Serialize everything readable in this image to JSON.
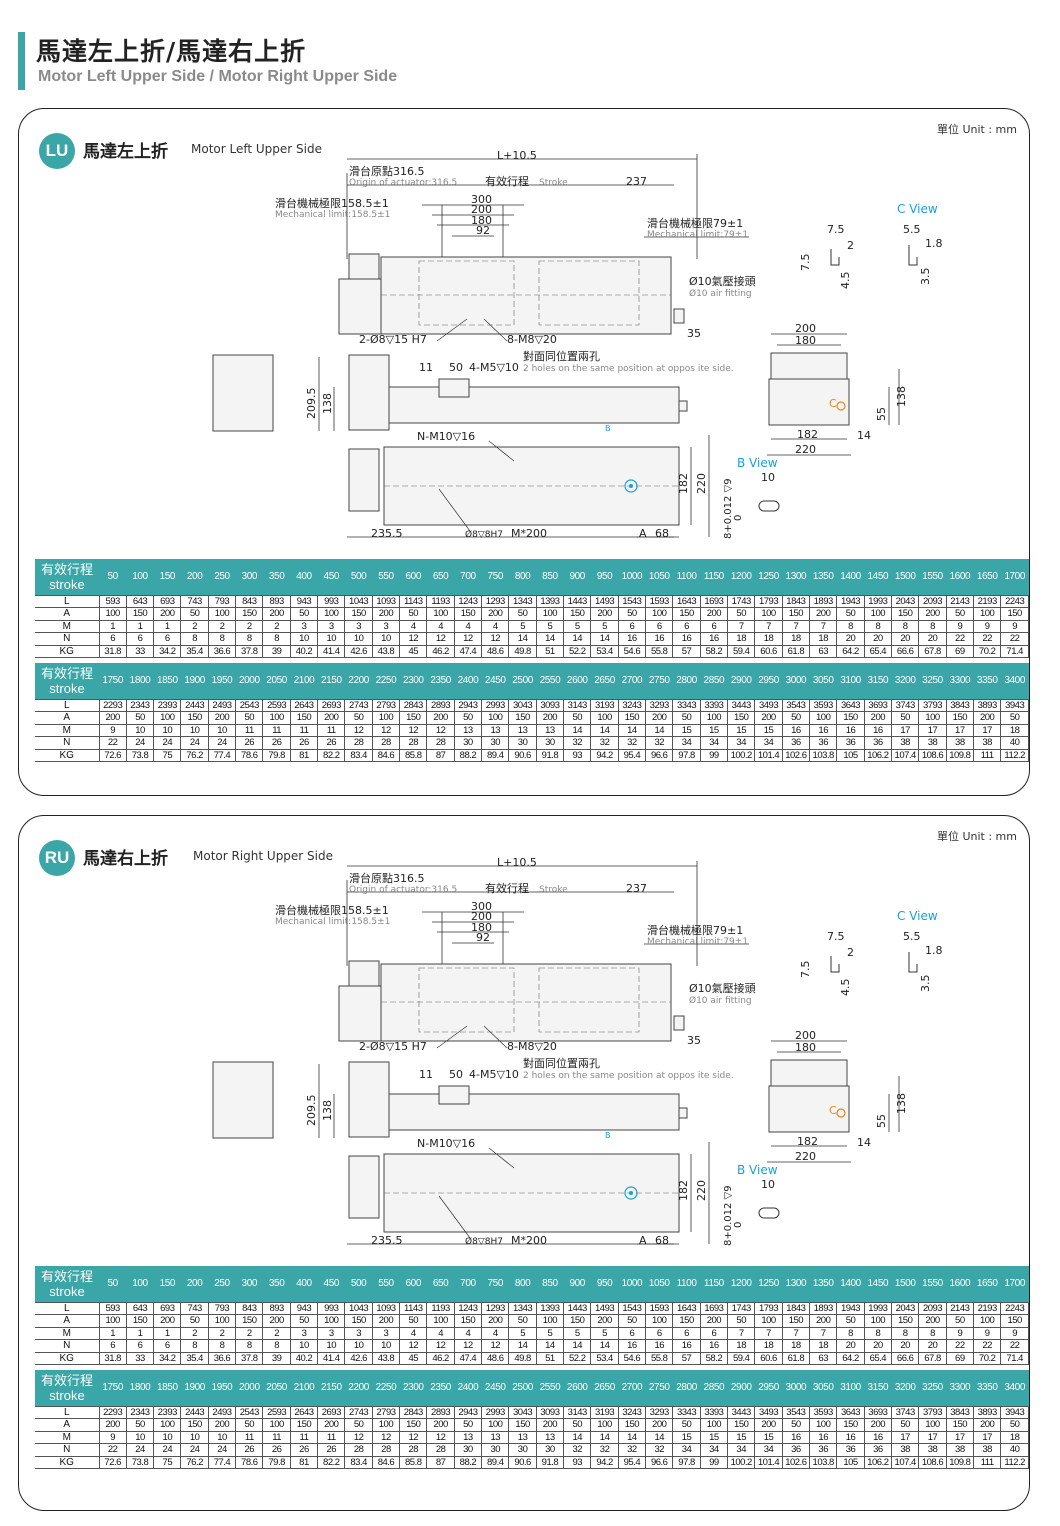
{
  "header": {
    "title_zh": "馬達左上折/馬達右上折",
    "title_en": "Motor Left Upper Side / Motor Right Upper Side"
  },
  "colors": {
    "accent": "#3aa6a8",
    "dimension_blue": "#1aa0d8",
    "marker_orange": "#e08a1e"
  },
  "panels": [
    {
      "code": "LU",
      "title_zh": "馬達左上折",
      "title_en": "Motor Left Upper Side",
      "unit": "單位 Unit : mm",
      "drawing": {
        "L_plus": "L+10.5",
        "origin_zh": "滑台原點316.5",
        "origin_en": "Origin of actuator:316.5",
        "stroke_zh": "有效行程",
        "stroke_en": "Stroke",
        "dim_237": "237",
        "mech_left_zh": "滑台機械極限158.5±1",
        "mech_left_en": "Mechanical limit:158.5±1",
        "dim_300": "300",
        "dim_200": "200",
        "dim_180": "180",
        "dim_92": "92",
        "mech_right_zh": "滑台機械極限79±1",
        "mech_right_en": "Mechanical limit:79±1",
        "air_zh": "Ø10氣壓接頭",
        "air_en": "Ø10 air fitting",
        "hole_2": "2-Ø8▽15 H7",
        "hole_8": "8-M8▽20",
        "dim_35": "35",
        "dim_11": "11",
        "dim_50": "50",
        "hole_4": "4-M5▽10",
        "same_holes_zh": "對面同位置兩孔",
        "same_holes_en": "2 holes on the same position at oppos ite side.",
        "dim_209_5": "209.5",
        "dim_138": "138",
        "hole_n": "N-M10▽16",
        "dim_235_5": "235.5",
        "pin": "Ø8▽8H7",
        "m200": "M*200",
        "a": "A",
        "dim_68": "68",
        "dim_182": "182",
        "dim_220": "220",
        "c_view": "C View",
        "dim_7_5": "7.5",
        "dim_2": "2",
        "dim_4_5": "4.5",
        "dim_5_5": "5.5",
        "dim_1_8": "1.8",
        "dim_3_5": "3.5",
        "end_200": "200",
        "end_180": "180",
        "end_138": "138",
        "end_55": "55",
        "end_14": "14",
        "end_182": "182",
        "end_220": "220",
        "c_mark": "C",
        "b_mark": "B",
        "b_view": "B View",
        "b_10": "10",
        "b_tol": "8+0.012 ▽9",
        "b_zero": "0"
      }
    },
    {
      "code": "RU",
      "title_zh": "馬達右上折",
      "title_en": "Motor Right Upper Side",
      "unit": "單位 Unit : mm",
      "drawing": {
        "L_plus": "L+10.5",
        "origin_zh": "滑台原點316.5",
        "origin_en": "Origin of actuator:316.5",
        "stroke_zh": "有效行程",
        "stroke_en": "Stroke",
        "dim_237": "237",
        "mech_left_zh": "滑台機械極限158.5±1",
        "mech_left_en": "Mechanical limit:158.5±1",
        "dim_300": "300",
        "dim_200": "200",
        "dim_180": "180",
        "dim_92": "92",
        "mech_right_zh": "滑台機械極限79±1",
        "mech_right_en": "Mechanical limit:79±1",
        "air_zh": "Ø10氣壓接頭",
        "air_en": "Ø10 air fitting",
        "hole_2": "2-Ø8▽15 H7",
        "hole_8": "8-M8▽20",
        "dim_35": "35",
        "dim_11": "11",
        "dim_50": "50",
        "hole_4": "4-M5▽10",
        "same_holes_zh": "對面同位置兩孔",
        "same_holes_en": "2 holes on the same position at oppos ite side.",
        "dim_209_5": "209.5",
        "dim_138": "138",
        "hole_n": "N-M10▽16",
        "dim_235_5": "235.5",
        "pin": "Ø8▽8H7",
        "m200": "M*200",
        "a": "A",
        "dim_68": "68",
        "dim_182": "182",
        "dim_220": "220",
        "c_view": "C View",
        "dim_7_5": "7.5",
        "dim_2": "2",
        "dim_4_5": "4.5",
        "dim_5_5": "5.5",
        "dim_1_8": "1.8",
        "dim_3_5": "3.5",
        "end_200": "200",
        "end_180": "180",
        "end_138": "138",
        "end_55": "55",
        "end_14": "14",
        "end_182": "182",
        "end_220": "220",
        "c_mark": "C",
        "b_mark": "B",
        "b_view": "B View",
        "b_10": "10",
        "b_tol": "8+0.012 ▽9",
        "b_zero": "0"
      }
    }
  ],
  "table_head_zh": "有效行程",
  "table_head_en": "stroke",
  "row_labels": [
    "L",
    "A",
    "M",
    "N",
    "KG"
  ],
  "table1": {
    "strokes": [
      "50",
      "100",
      "150",
      "200",
      "250",
      "300",
      "350",
      "400",
      "450",
      "500",
      "550",
      "600",
      "650",
      "700",
      "750",
      "800",
      "850",
      "900",
      "950",
      "1000",
      "1050",
      "1100",
      "1150",
      "1200",
      "1250",
      "1300",
      "1350",
      "1400",
      "1450",
      "1500",
      "1550",
      "1600",
      "1650",
      "1700"
    ],
    "rows": [
      [
        "593",
        "643",
        "693",
        "743",
        "793",
        "843",
        "893",
        "943",
        "993",
        "1043",
        "1093",
        "1143",
        "1193",
        "1243",
        "1293",
        "1343",
        "1393",
        "1443",
        "1493",
        "1543",
        "1593",
        "1643",
        "1693",
        "1743",
        "1793",
        "1843",
        "1893",
        "1943",
        "1993",
        "2043",
        "2093",
        "2143",
        "2193",
        "2243"
      ],
      [
        "100",
        "150",
        "200",
        "50",
        "100",
        "150",
        "200",
        "50",
        "100",
        "150",
        "200",
        "50",
        "100",
        "150",
        "200",
        "50",
        "100",
        "150",
        "200",
        "50",
        "100",
        "150",
        "200",
        "50",
        "100",
        "150",
        "200",
        "50",
        "100",
        "150",
        "200",
        "50",
        "100",
        "150"
      ],
      [
        "1",
        "1",
        "1",
        "2",
        "2",
        "2",
        "2",
        "3",
        "3",
        "3",
        "3",
        "4",
        "4",
        "4",
        "4",
        "5",
        "5",
        "5",
        "5",
        "6",
        "6",
        "6",
        "6",
        "7",
        "7",
        "7",
        "7",
        "8",
        "8",
        "8",
        "8",
        "9",
        "9",
        "9"
      ],
      [
        "6",
        "6",
        "6",
        "8",
        "8",
        "8",
        "8",
        "10",
        "10",
        "10",
        "10",
        "12",
        "12",
        "12",
        "12",
        "14",
        "14",
        "14",
        "14",
        "16",
        "16",
        "16",
        "16",
        "18",
        "18",
        "18",
        "18",
        "20",
        "20",
        "20",
        "20",
        "22",
        "22",
        "22"
      ],
      [
        "31.8",
        "33",
        "34.2",
        "35.4",
        "36.6",
        "37.8",
        "39",
        "40.2",
        "41.4",
        "42.6",
        "43.8",
        "45",
        "46.2",
        "47.4",
        "48.6",
        "49.8",
        "51",
        "52.2",
        "53.4",
        "54.6",
        "55.8",
        "57",
        "58.2",
        "59.4",
        "60.6",
        "61.8",
        "63",
        "64.2",
        "65.4",
        "66.6",
        "67.8",
        "69",
        "70.2",
        "71.4"
      ]
    ]
  },
  "table2": {
    "strokes": [
      "1750",
      "1800",
      "1850",
      "1900",
      "1950",
      "2000",
      "2050",
      "2100",
      "2150",
      "2200",
      "2250",
      "2300",
      "2350",
      "2400",
      "2450",
      "2500",
      "2550",
      "2600",
      "2650",
      "2700",
      "2750",
      "2800",
      "2850",
      "2900",
      "2950",
      "3000",
      "3050",
      "3100",
      "3150",
      "3200",
      "3250",
      "3300",
      "3350",
      "3400"
    ],
    "rows": [
      [
        "2293",
        "2343",
        "2393",
        "2443",
        "2493",
        "2543",
        "2593",
        "2643",
        "2693",
        "2743",
        "2793",
        "2843",
        "2893",
        "2943",
        "2993",
        "3043",
        "3093",
        "3143",
        "3193",
        "3243",
        "3293",
        "3343",
        "3393",
        "3443",
        "3493",
        "3543",
        "3593",
        "3643",
        "3693",
        "3743",
        "3793",
        "3843",
        "3893",
        "3943"
      ],
      [
        "200",
        "50",
        "100",
        "150",
        "200",
        "50",
        "100",
        "150",
        "200",
        "50",
        "100",
        "150",
        "200",
        "50",
        "100",
        "150",
        "200",
        "50",
        "100",
        "150",
        "200",
        "50",
        "100",
        "150",
        "200",
        "50",
        "100",
        "150",
        "200",
        "50",
        "100",
        "150",
        "200",
        "50"
      ],
      [
        "9",
        "10",
        "10",
        "10",
        "10",
        "11",
        "11",
        "11",
        "11",
        "12",
        "12",
        "12",
        "12",
        "13",
        "13",
        "13",
        "13",
        "14",
        "14",
        "14",
        "14",
        "15",
        "15",
        "15",
        "15",
        "16",
        "16",
        "16",
        "16",
        "17",
        "17",
        "17",
        "17",
        "18"
      ],
      [
        "22",
        "24",
        "24",
        "24",
        "24",
        "26",
        "26",
        "26",
        "26",
        "28",
        "28",
        "28",
        "28",
        "30",
        "30",
        "30",
        "30",
        "32",
        "32",
        "32",
        "32",
        "34",
        "34",
        "34",
        "34",
        "36",
        "36",
        "36",
        "36",
        "38",
        "38",
        "38",
        "38",
        "40"
      ],
      [
        "72.6",
        "73.8",
        "75",
        "76.2",
        "77.4",
        "78.6",
        "79.8",
        "81",
        "82.2",
        "83.4",
        "84.6",
        "85.8",
        "87",
        "88.2",
        "89.4",
        "90.6",
        "91.8",
        "93",
        "94.2",
        "95.4",
        "96.6",
        "97.8",
        "99",
        "100.2",
        "101.4",
        "102.6",
        "103.8",
        "105",
        "106.2",
        "107.4",
        "108.6",
        "109.8",
        "111",
        "112.2"
      ]
    ]
  }
}
